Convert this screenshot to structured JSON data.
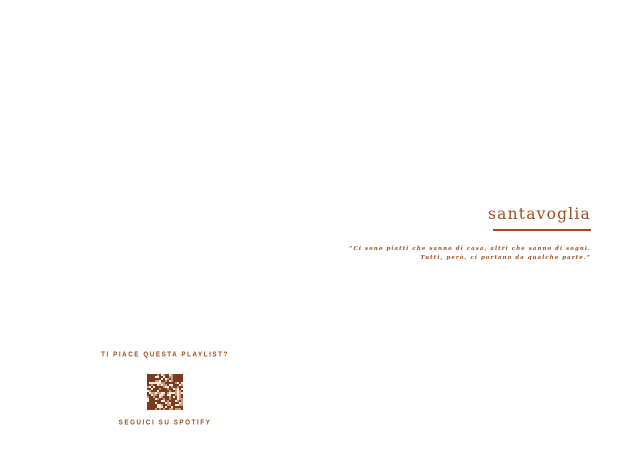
{
  "brand": {
    "name": "santavoglia",
    "color": "#9a4e1f"
  },
  "quote": {
    "line1": "“Ci sono piatti che sanno di casa, altri che sanno di sogni.",
    "line2": "Tutti, però, ci portano da qualche parte.”"
  },
  "promo": {
    "title": "TI PIACE QUESTA PLAYLIST?",
    "qr_icon": "qr-code",
    "cta": "SEGUICI SU SPOTIFY"
  }
}
